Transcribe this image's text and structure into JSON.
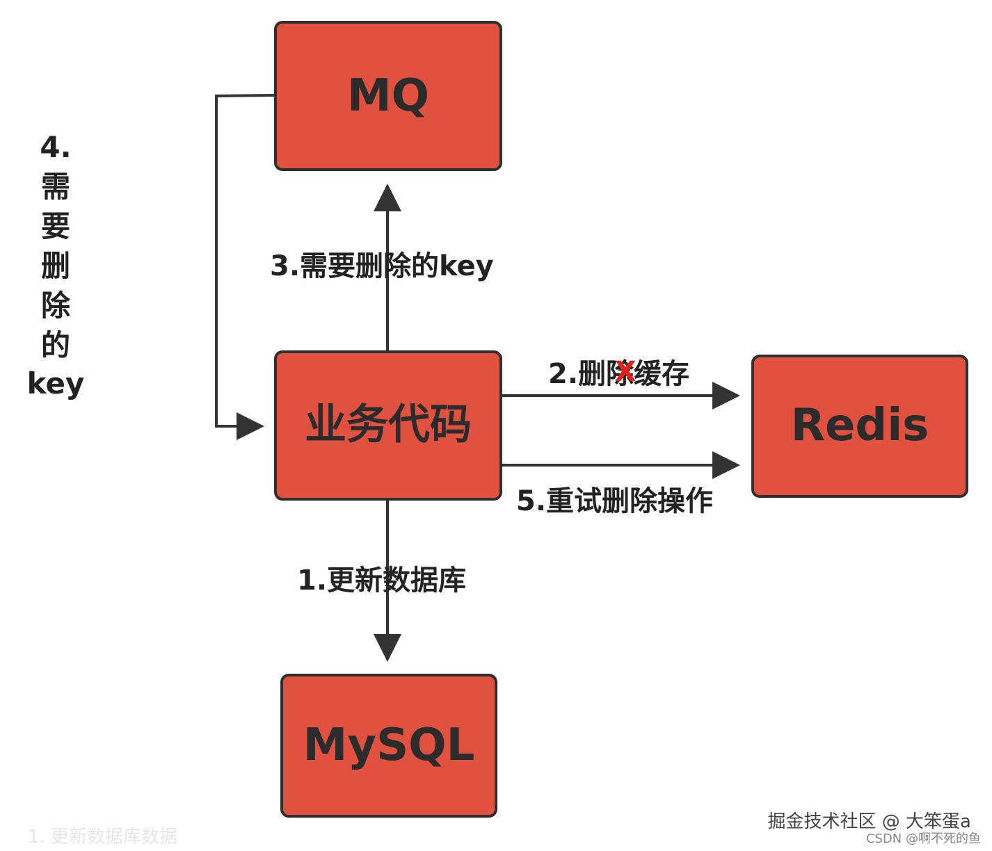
{
  "nodes": {
    "mq": {
      "label": "MQ"
    },
    "business": {
      "label": "业务代码"
    },
    "redis": {
      "label": "Redis"
    },
    "mysql": {
      "label": "MySQL"
    }
  },
  "edges": {
    "update_db": {
      "label": "1.更新数据库"
    },
    "delete_cache": {
      "label": "2.删除缓存",
      "failed_mark": "X"
    },
    "send_key": {
      "label": "3.需要删除的key"
    },
    "receive_key": {
      "label_lines": [
        "4.",
        "需",
        "要",
        "删",
        "除",
        "的",
        "key"
      ]
    },
    "retry_delete": {
      "label": "5.重试删除操作"
    }
  },
  "watermark": {
    "main": "掘金技术社区 @ 大笨蛋a",
    "sub": "CSDN @啊不死的鱼"
  },
  "faded_text": "1. 更新数据库数据",
  "colors": {
    "node_fill": "#e05140",
    "node_border": "#2f2f2f",
    "line": "#333333",
    "cross": "#e2231a"
  },
  "icons": {
    "failed_mark": "cross-icon"
  }
}
